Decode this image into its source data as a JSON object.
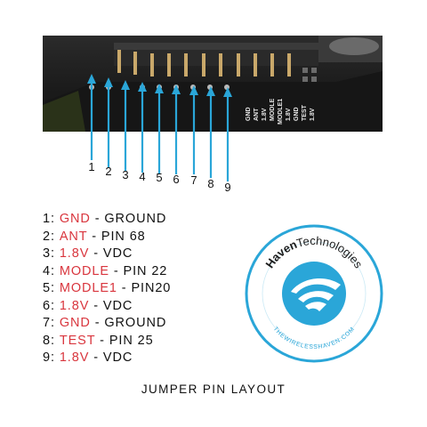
{
  "callout_numbers": [
    "1",
    "2",
    "3",
    "4",
    "5",
    "6",
    "7",
    "8",
    "9"
  ],
  "board_labels": [
    "GND",
    "ANT",
    "1.8V",
    "MODLE",
    "MODLE1",
    "1.8V",
    "GND",
    "TEST",
    "1.8V"
  ],
  "legend": [
    {
      "num": "1:",
      "signal": "GND",
      "sep": " - ",
      "desc": "GROUND"
    },
    {
      "num": "2:",
      "signal": "ANT",
      "sep": " - ",
      "desc": "PIN 68"
    },
    {
      "num": "3:",
      "signal": "1.8V",
      "sep": " - ",
      "desc": "VDC"
    },
    {
      "num": "4:",
      "signal": "MODLE",
      "sep": " - ",
      "desc": "PIN 22"
    },
    {
      "num": "5:",
      "signal": "MODLE1",
      "sep": " - ",
      "desc": "PIN20"
    },
    {
      "num": "6:",
      "signal": "1.8V",
      "sep": " - ",
      "desc": "VDC"
    },
    {
      "num": "7:",
      "signal": "GND",
      "sep": " - ",
      "desc": "GROUND"
    },
    {
      "num": "8:",
      "signal": "TEST",
      "sep": " - ",
      "desc": "PIN 25"
    },
    {
      "num": "9:",
      "signal": "1.8V",
      "sep": " - ",
      "desc": "VDC"
    }
  ],
  "caption": "JUMPER PIN LAYOUT",
  "logo": {
    "brand": "Haven",
    "brand_suffix": "Technologies",
    "url": "THEWIRELESSHAVEN.COM"
  },
  "colors": {
    "signal": "#d9363e",
    "callout": "#2aa6d8",
    "logo_blue": "#2aa6d8"
  }
}
